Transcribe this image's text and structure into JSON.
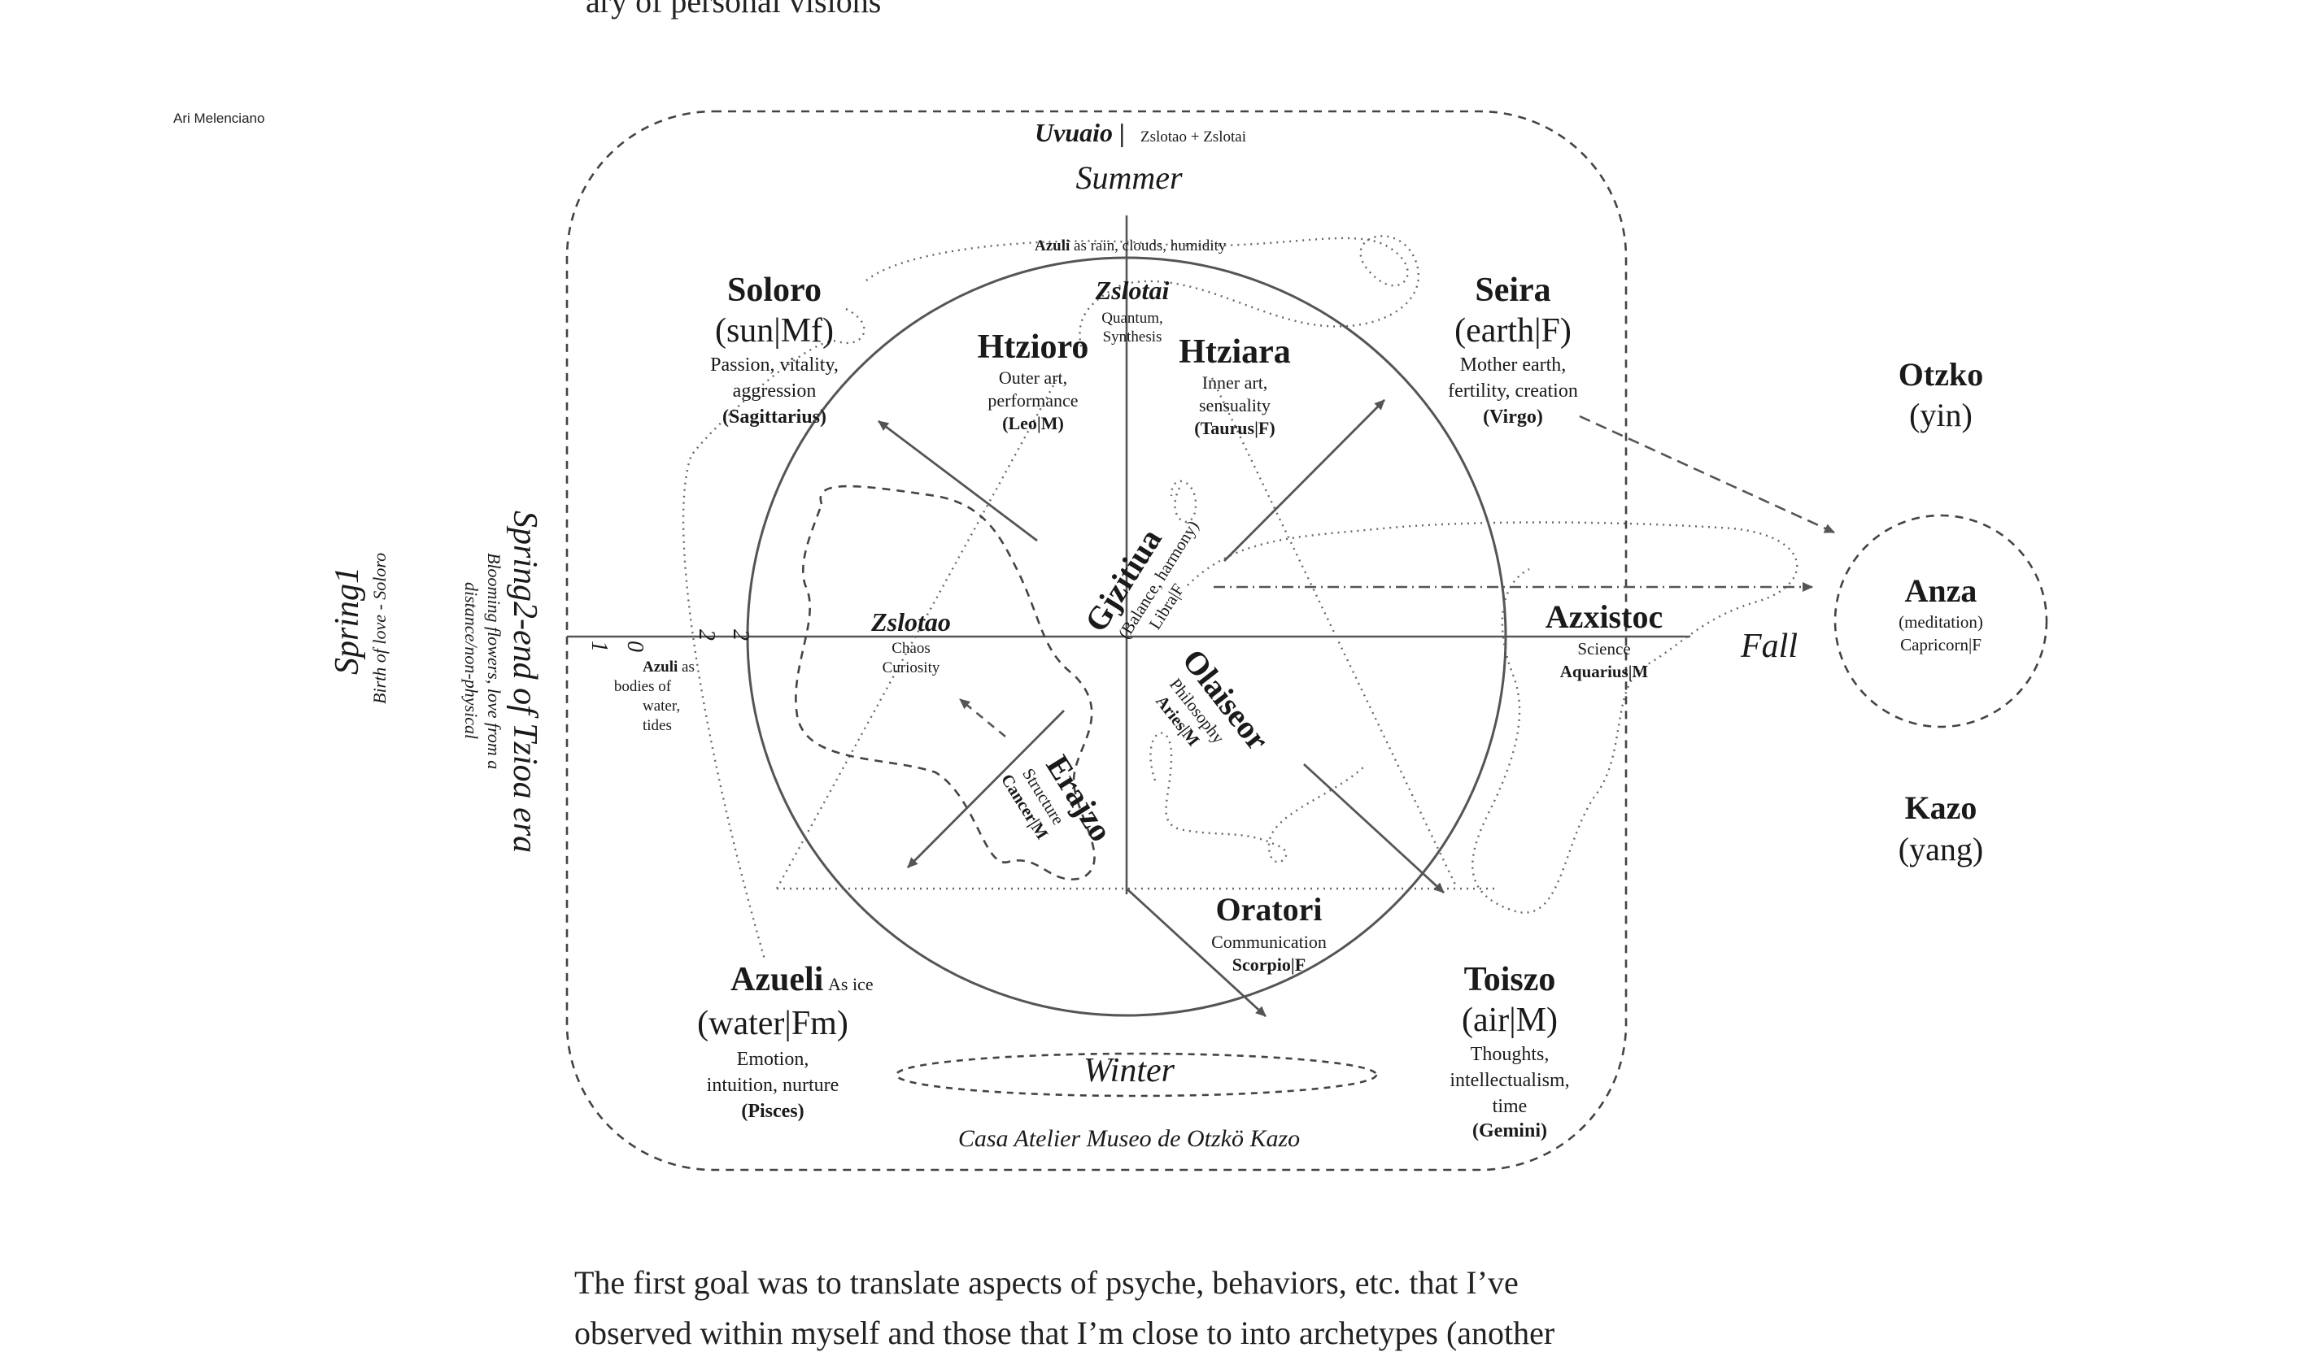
{
  "author": "Ari Melenciano",
  "top_fragment": "ary of personal visions",
  "diagram": {
    "header": {
      "title": "Uvuaio |",
      "subtitle": "Zslotao + Zslotai"
    },
    "seasons": {
      "summer": "Summer",
      "winter": "Winter",
      "fall": "Fall",
      "spring1": "Spring1",
      "spring1_sub": "Birth of love - Soloro",
      "spring2": "Spring2-end of Tzioa era",
      "spring2_sub1": "Blooming flowers, love from a",
      "spring2_sub2": "distance/non-physical"
    },
    "azuli_top": {
      "bold": "Azuli",
      "rest": " as rain, clouds, humidity"
    },
    "azuli_left": {
      "bold": "Azuli",
      "l1": " as",
      "l2": "bodies of",
      "l3": "water,",
      "l4": "tides"
    },
    "left_letters": [
      "1",
      "0",
      "2",
      "2"
    ],
    "corners": {
      "soloro": {
        "name": "Soloro",
        "sub": "(sun|Mf)",
        "d1": "Passion, vitality,",
        "d2": "aggression",
        "sign": "(Sagittarius)"
      },
      "seira": {
        "name": "Seira",
        "sub": "(earth|F)",
        "d1": "Mother earth,",
        "d2": "fertility, creation",
        "sign": "(Virgo)"
      },
      "azueli": {
        "name": "Azueli",
        "extra": "As ice",
        "sub": "(water|Fm)",
        "d1": "Emotion,",
        "d2": "intuition, nurture",
        "sign": "(Pisces)"
      },
      "toiszo": {
        "name": "Toiszo",
        "sub": "(air|M)",
        "d1": "Thoughts,",
        "d2": "intellectualism,",
        "d3": "time",
        "sign": "(Gemini)"
      }
    },
    "inner": {
      "zslotai": {
        "name": "Zslotai",
        "d1": "Quantum,",
        "d2": "Synthesis"
      },
      "htzioro": {
        "name": "Htzioro",
        "d1": "Outer art,",
        "d2": "performance",
        "sign": "(Leo|M)"
      },
      "htziara": {
        "name": "Htziara",
        "d1": "Inner art,",
        "d2": "sensuality",
        "sign": "(Taurus|F)"
      },
      "zslotao": {
        "name": "Zslotao",
        "d1": "Chaos",
        "d2": "Curiosity"
      },
      "gjzitiua": {
        "name": "Gjzitiua",
        "d1": "(Balance, harmony)",
        "d2": "Libra|F"
      },
      "olaiseor": {
        "name": "Olaiseor",
        "d1": "Philosophy",
        "d2": "Aries|M"
      },
      "erajzo": {
        "name": "Erajzo",
        "d1": "Structure",
        "d2": "Cancer|M"
      },
      "oratori": {
        "name": "Oratori",
        "d1": "Communication",
        "sign": "Scorpio|F"
      },
      "azxistoc": {
        "name": "Azxistoc",
        "d1": "Science",
        "sign": "Aquarius|M"
      }
    },
    "right": {
      "otzko": {
        "name": "Otzko",
        "sub": "(yin)"
      },
      "anza": {
        "name": "Anza",
        "d1": "(meditation)",
        "d2": "Capricorn|F"
      },
      "kazo": {
        "name": "Kazo",
        "sub": "(yang)"
      }
    },
    "footer": "Casa Atelier Museo de Otzkö Kazo"
  },
  "paragraph": {
    "line1": "The first goal was to translate aspects of psyche, behaviors, etc. that I’ve",
    "line2": "observed within myself and those that I’m close to into archetypes (another"
  }
}
